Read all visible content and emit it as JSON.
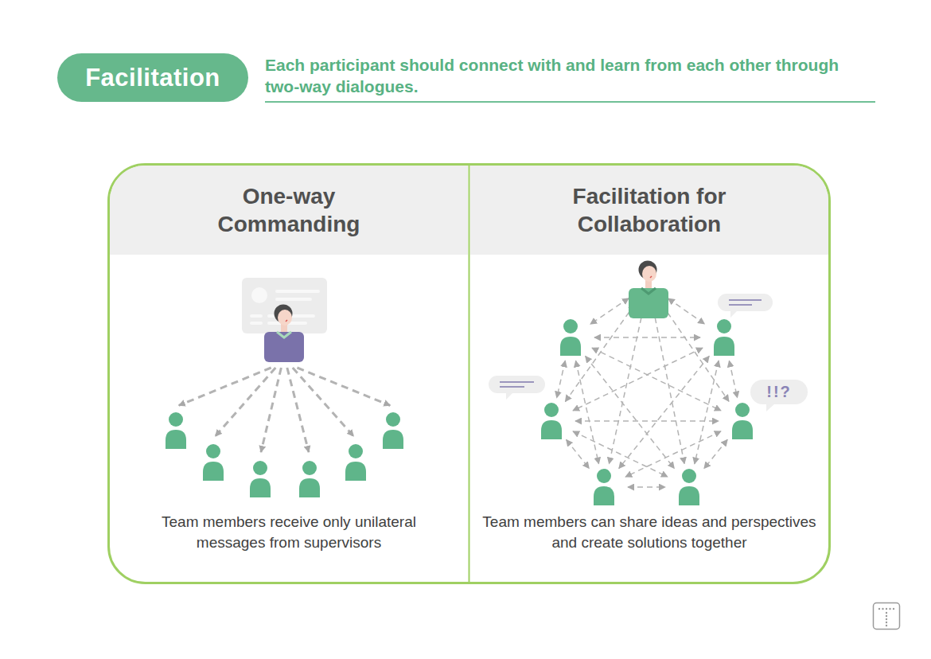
{
  "diagram": {
    "nodes": [
      {
        "text": [
          "Facilitation"
        ]
      },
      {
        "text": [
          "One-way Commanding",
          "Team members receive only unilateral messages from supervisors"
        ]
      },
      {
        "text": [
          "Facilitation for Collaboration",
          "Team members can share ideas and perspectives and create solutions together"
        ]
      },
      {
        "text": [
          "!!?"
        ],
        "in": 2
      }
    ],
    "labels": [
      "Each participant should connect with and learn from each other through two-way dialogues."
    ]
  }
}
